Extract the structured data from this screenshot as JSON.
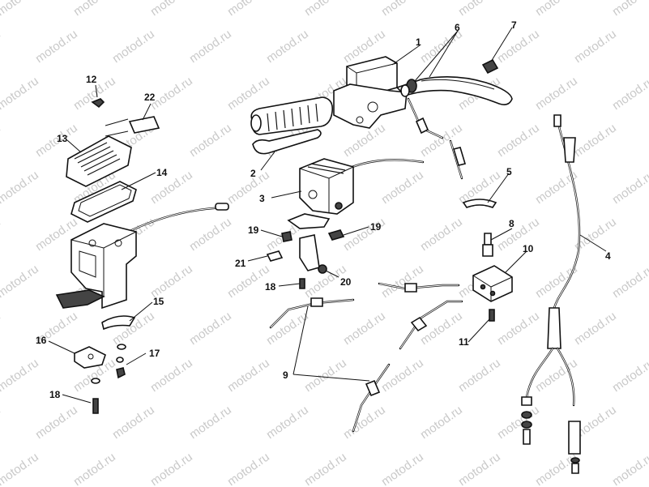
{
  "watermark": "motod.ru",
  "callouts": {
    "c1": "1",
    "c2": "2",
    "c3": "3",
    "c4": "4",
    "c5": "5",
    "c6": "6",
    "c7": "7",
    "c8": "8",
    "c9": "9",
    "c10": "10",
    "c11": "11",
    "c12": "12",
    "c13": "13",
    "c14": "14",
    "c15": "15",
    "c16": "16",
    "c17": "17",
    "c18a": "18",
    "c18b": "18",
    "c19a": "19",
    "c19b": "19",
    "c20": "20",
    "c21": "21",
    "c22": "22"
  }
}
